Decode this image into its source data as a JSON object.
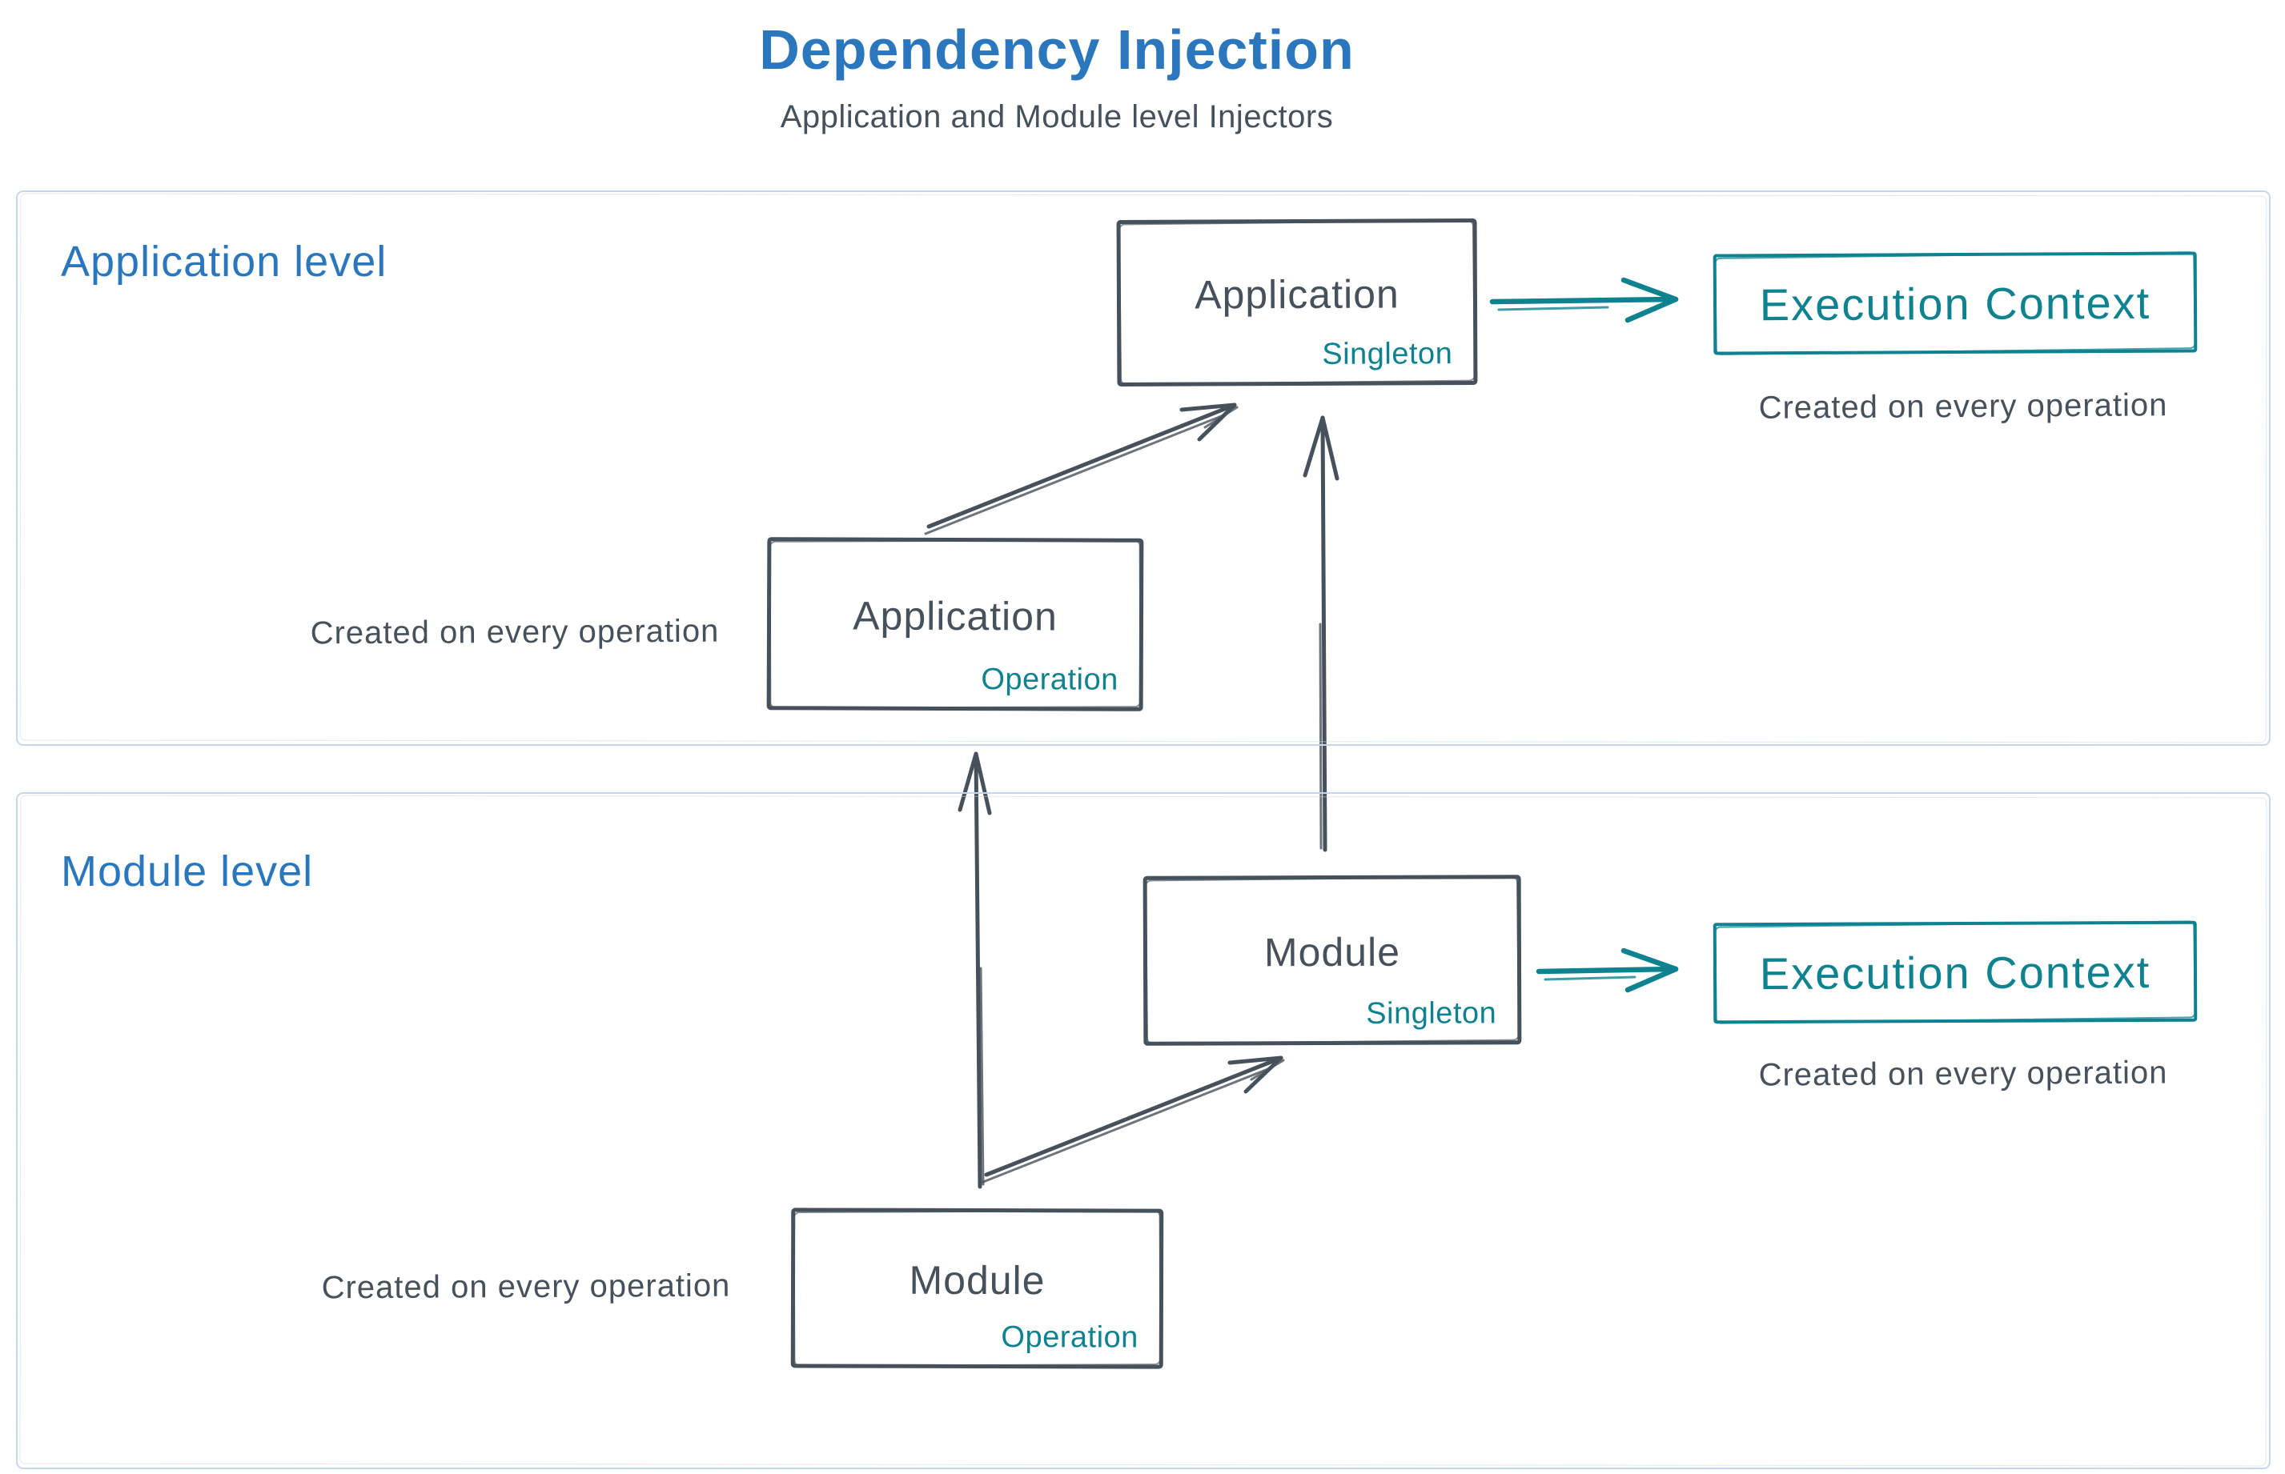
{
  "title": "Dependency Injection",
  "subtitle": "Application and Module level Injectors",
  "colors": {
    "blue": "#2b77be",
    "teal": "#0f8290",
    "dark": "#47515b",
    "container_border": "#c5d7ed",
    "background": "#ffffff"
  },
  "application": {
    "label": "Application level",
    "singleton_box": {
      "title": "Application",
      "scope": "Singleton"
    },
    "operation_box": {
      "title": "Application",
      "scope": "Operation"
    },
    "operation_note": "Created on every operation",
    "execution_context": {
      "label": "Execution Context",
      "note": "Created on every operation"
    }
  },
  "module": {
    "label": "Module level",
    "singleton_box": {
      "title": "Module",
      "scope": "Singleton"
    },
    "operation_box": {
      "title": "Module",
      "scope": "Operation"
    },
    "operation_note": "Created on every operation",
    "execution_context": {
      "label": "Execution Context",
      "note": "Created on every operation"
    }
  }
}
